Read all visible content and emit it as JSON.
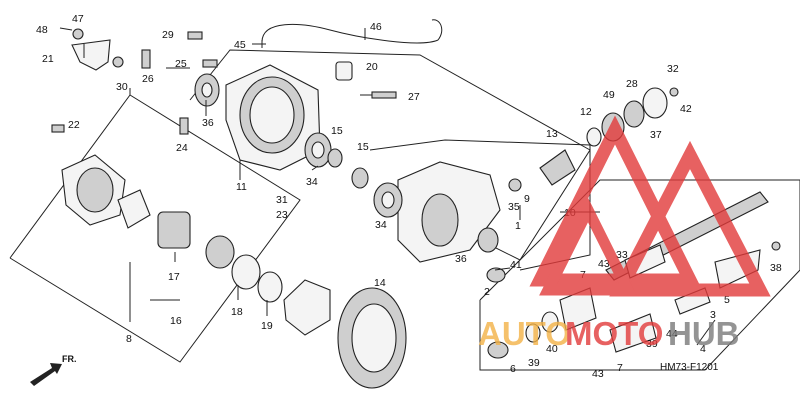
{
  "diagram": {
    "reference_code": "HM73-F1201",
    "direction_label": "FR.",
    "watermark": {
      "part1": "AUTO",
      "part2": "MOTO",
      "part3": "HUB",
      "color_red": "#e23a3a",
      "color_orange": "#f3b247",
      "color_gray": "#7a7a7a"
    },
    "callouts": {
      "c1": "1",
      "c2": "2",
      "c3": "3",
      "c4": "4",
      "c5": "5",
      "c6": "6",
      "c7a": "7",
      "c7b": "7",
      "c8": "8",
      "c9": "9",
      "c10": "10",
      "c11": "11",
      "c12": "12",
      "c13": "13",
      "c14": "14",
      "c15a": "15",
      "c15b": "15",
      "c16": "16",
      "c17": "17",
      "c18": "18",
      "c19": "19",
      "c20": "20",
      "c21": "21",
      "c22": "22",
      "c23": "23",
      "c24": "24",
      "c25": "25",
      "c26": "26",
      "c27": "27",
      "c28": "28",
      "c29": "29",
      "c30": "30",
      "c31": "31",
      "c32": "32",
      "c33": "33",
      "c34a": "34",
      "c34b": "34",
      "c35": "35",
      "c36a": "36",
      "c36b": "36",
      "c37": "37",
      "c38": "38",
      "c39a": "39",
      "c39b": "39",
      "c40": "40",
      "c41": "41",
      "c42": "42",
      "c43a": "43",
      "c43b": "43",
      "c44": "44",
      "c45": "45",
      "c46": "46",
      "c47": "47",
      "c48": "48",
      "c49": "49"
    }
  }
}
